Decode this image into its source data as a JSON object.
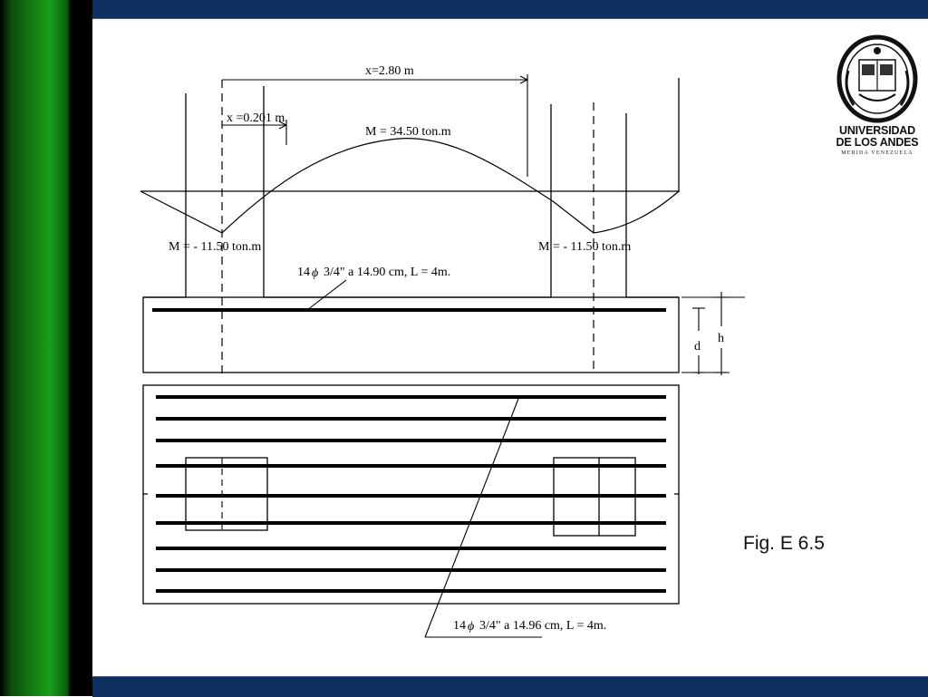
{
  "figure_caption": "Fig. E 6.5",
  "dimensions": {
    "x_total": "x=2.80 m",
    "x_short": "x =0.201 m",
    "d": "d",
    "h": "h"
  },
  "moments": {
    "positive": "M = 34.50 ton.m",
    "negative_left": "M = - 11.50 ton.m",
    "negative_right": "M = - 11.50 ton.m"
  },
  "reinforcement": {
    "top_callout_prefix": "14",
    "top_callout_text": "3/4\" a 14.90 cm,  L = 4m.",
    "bottom_callout_prefix": "14",
    "bottom_callout_text": "3/4\" a 14.96 cm,  L = 4m.",
    "bar_symbol": "ϕ"
  },
  "logo": {
    "line1": "UNIVERSIDAD",
    "line2": "DE LOS ANDES",
    "line3": "MERIDA VENEZUELA"
  },
  "colors": {
    "side_bar_green": "#19a019",
    "band_blue": "#0c2f5e"
  }
}
